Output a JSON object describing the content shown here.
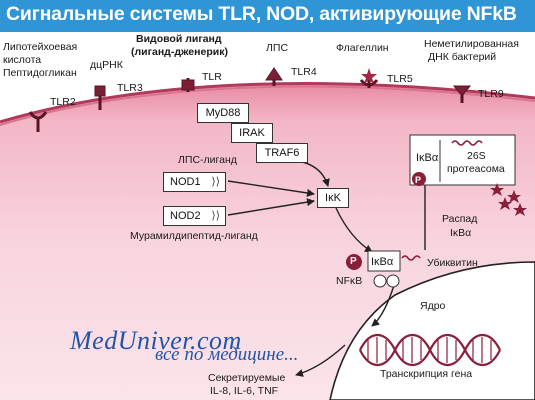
{
  "title": "Сигнальные системы TLR, NOD, активирующие NFkB",
  "ligands": {
    "lipoteichoic": "Липотейхоевая",
    "acid": "кислота",
    "peptidoglycan": "Пептидогликан",
    "dsrna": "дцРНК",
    "species_ligand": "Видовой лиганд",
    "species_ligand_sub": "(лиганд-дженерик)",
    "lps": "ЛПС",
    "flagellin": "Флагеллин",
    "unmethylated": "Неметилированная",
    "bacterial_dna": "ДНК бактерий"
  },
  "receptors": {
    "tlr2": "TLR2",
    "tlr3": "TLR3",
    "tlr": "TLR",
    "tlr4": "TLR4",
    "tlr5": "TLR5",
    "tlr9": "TLR9"
  },
  "adaptors": {
    "myd88": "MyD88",
    "irak": "IRAK",
    "traf6": "TRAF6"
  },
  "nod": {
    "lps_ligand": "ЛПС-лиганд",
    "nod1": "NOD1",
    "nod2": "NOD2",
    "muramyl": "Мурамилдипептид-лиганд"
  },
  "ikk": "IκK",
  "ikba": "IκBα",
  "ikba_proteasome": "IκBα",
  "p_marker": "P",
  "nfkb": "NFκB",
  "ubiquitin": "Убиквитин",
  "proteasome": {
    "line1": "26S",
    "line2": "протеасома"
  },
  "degradation": {
    "line1": "Распад",
    "line2": "IκBα"
  },
  "nucleus": "Ядро",
  "transcription": "Транскрипция гена",
  "secreted": {
    "line1": "Секретируемые",
    "line2": "IL-8, IL-6, TNF"
  },
  "watermark": {
    "main": "MedUniver.com",
    "sub": "все по медицине..."
  },
  "colors": {
    "title_bg": "#2f95d4",
    "cytoplasm": "#f6cfd9",
    "membrane": "#b03a5b",
    "receptor": "#7a1f35",
    "watermark": "#2255a8"
  }
}
